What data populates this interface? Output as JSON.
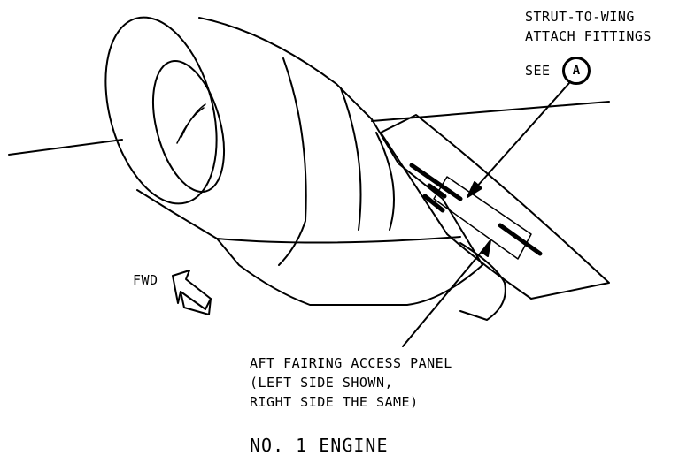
{
  "labels": {
    "strut_to_wing": "STRUT-TO-WING",
    "attach_fittings": "ATTACH FITTINGS",
    "see": "SEE",
    "detail_ref": "A",
    "fwd": "FWD",
    "aft_fairing_line1": "AFT FAIRING ACCESS PANEL",
    "aft_fairing_line2": "(LEFT SIDE SHOWN,",
    "aft_fairing_line3": "RIGHT SIDE THE SAME)",
    "engine_title": "NO. 1 ENGINE"
  }
}
